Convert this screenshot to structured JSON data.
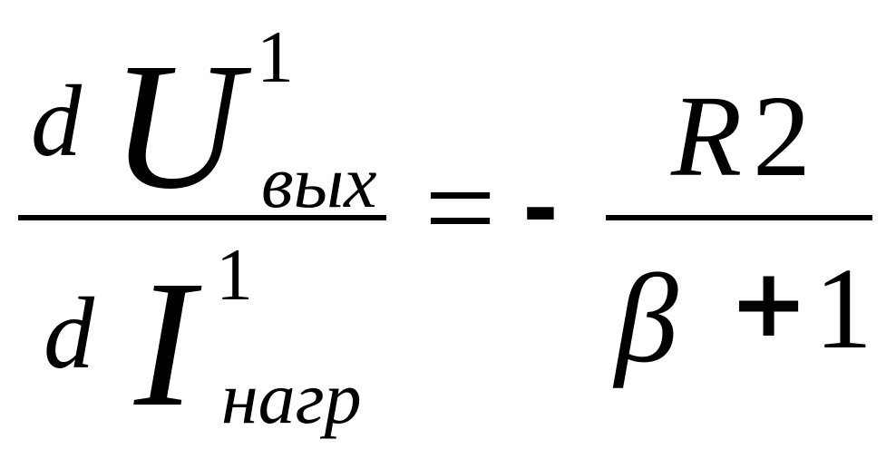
{
  "formula": {
    "lhs": {
      "numerator": {
        "d": "d",
        "variable": "U",
        "superscript": "1",
        "subscript": "вых"
      },
      "denominator": {
        "d": "d",
        "variable": "I",
        "superscript": "1",
        "subscript": "нагр"
      }
    },
    "equals": "=",
    "minus": "-",
    "rhs": {
      "numerator": "R2",
      "denominator": {
        "variable": "β",
        "plus": "+",
        "one": "1"
      }
    }
  }
}
